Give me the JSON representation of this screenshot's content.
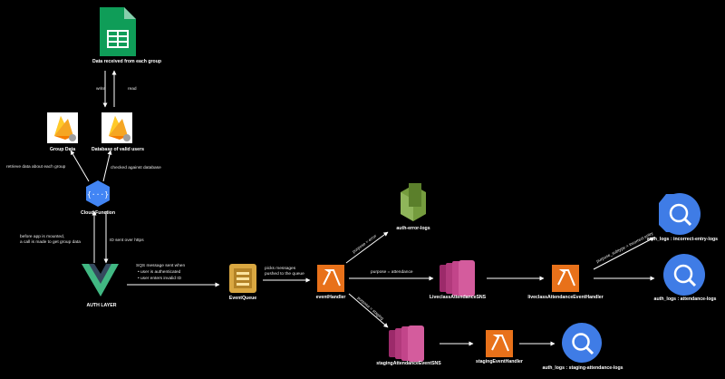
{
  "nodes": {
    "sheets": "Data received from each group",
    "group_data": "Group Data",
    "valid_users_db": "Database of valid users",
    "cloud_function": "Cloud Function",
    "auth_layer": "AUTH LAYER",
    "event_queue": "EventQueue",
    "event_handler": "eventHandler",
    "auth_error_logs": "auth-error-logs",
    "liveclass_sns": "LiveclassAttendanceSNS",
    "liveclass_handler": "liveclassAttendanceEventHandler",
    "incorrect_entry_logs": "auth_logs : incorrect-entry-logs",
    "attendance_logs": "auth_logs : attendance-logs",
    "staging_sns": "stagingAttendanceEventSNS",
    "staging_handler": "stagingEventHandler",
    "staging_logs": "auth_logs : staging-attendance-logs"
  },
  "edges": {
    "write": "write",
    "read": "read",
    "retrieve": "retrieve data about each group",
    "checked": "checked against database",
    "before_mount_1": "before app is mounted,",
    "before_mount_2": "a call is made to get group data",
    "id_sent": "ID sent over https",
    "sqs_1": "SQS message sent when",
    "sqs_2": "•  user is authenticated",
    "sqs_3": "•  user enters invalid ID",
    "picks_1": "picks messages",
    "picks_2": "pushed to the queue",
    "purpose_error": "purpose = error",
    "purpose_attendance": "purpose = attendance",
    "purpose_staging": "purpose = staging",
    "purpose_subtype": "purpose_subtype = incorrect entry"
  },
  "colors": {
    "lambda": "#e8711a",
    "sns": "#c2458a",
    "bigquery": "#3f7ce6",
    "firebase": "#f5a623",
    "sheets": "#0f9d58",
    "vue_outer": "#41b883",
    "vue_inner": "#35495e",
    "sqs": "#d9a741",
    "cloudwatch": "#759c3e"
  }
}
